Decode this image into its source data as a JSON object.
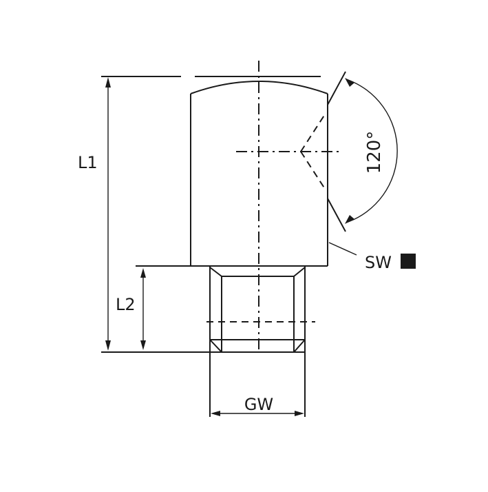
{
  "labels": {
    "l1": "L1",
    "l2": "L2",
    "gw": "GW",
    "angle": "120°",
    "sw": "SW"
  },
  "icons": {
    "sw_marker": "filled-square-icon"
  },
  "colors": {
    "line": "#1a1a1a",
    "background": "#ffffff"
  }
}
